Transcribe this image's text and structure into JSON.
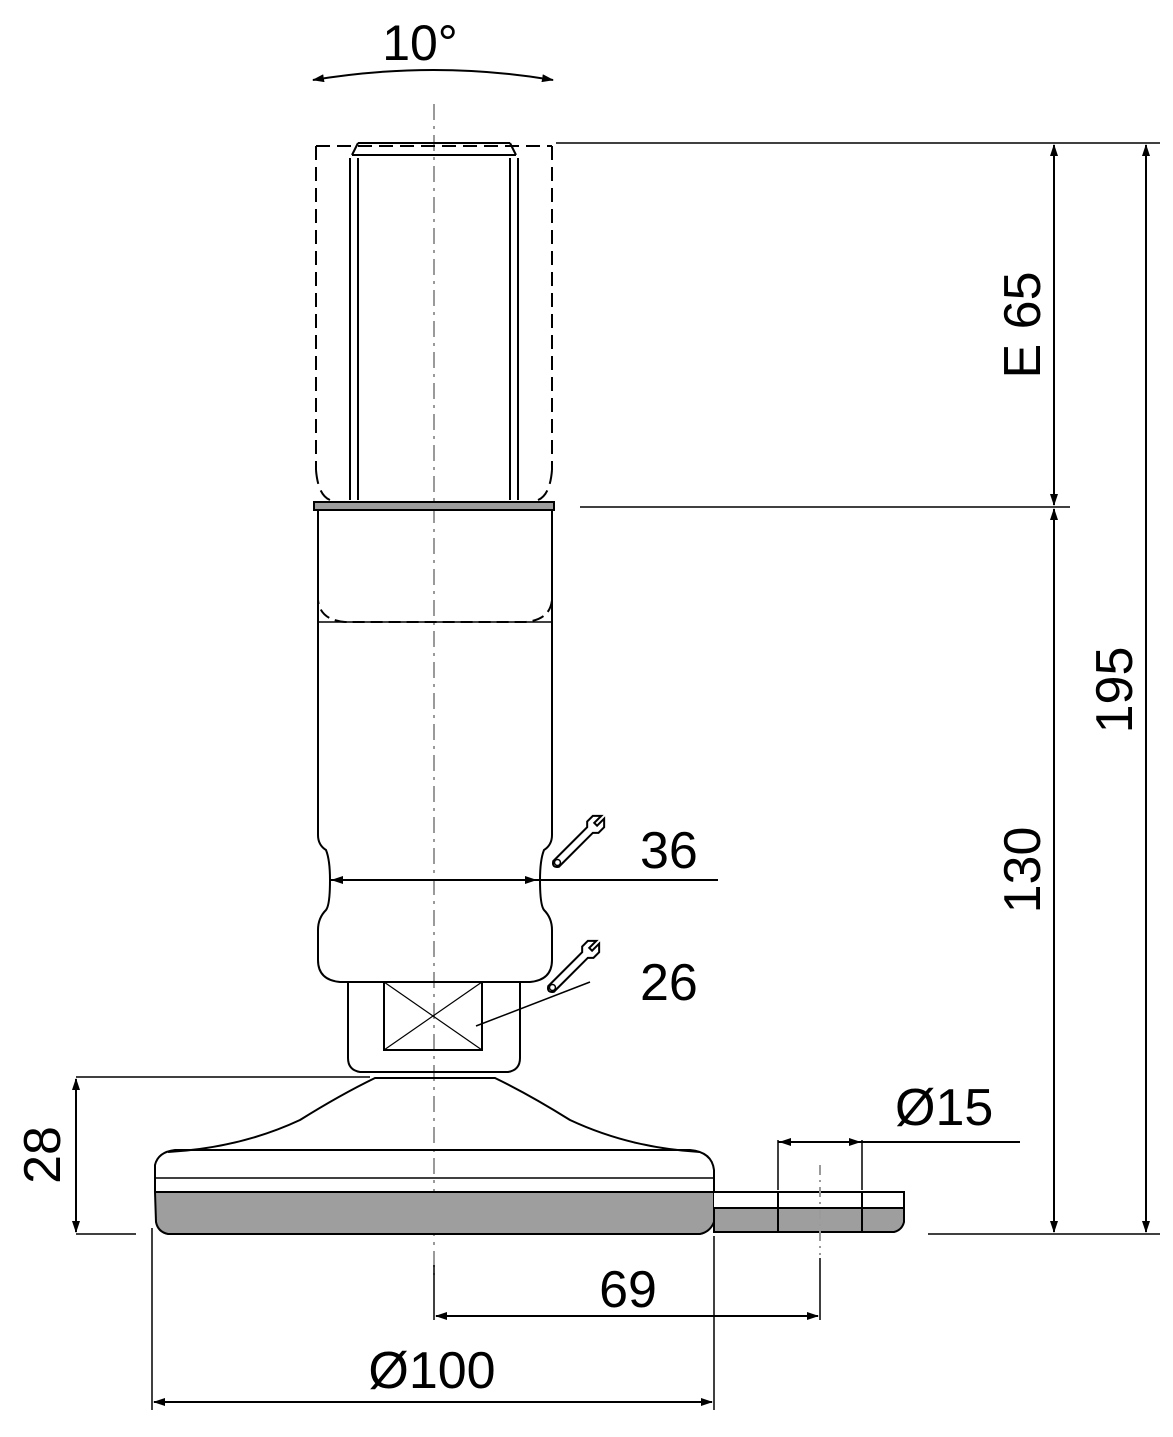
{
  "labels": {
    "tilt_angle": "10°",
    "stroke": "E 65",
    "total_height": "195",
    "body_height": "130",
    "wrench_body": "36",
    "wrench_hex": "26",
    "base_height": "28",
    "hole_diameter": "Ø15",
    "hole_offset": "69",
    "base_diameter": "Ø100"
  },
  "icons": {
    "wrench_body": "wrench-icon",
    "wrench_hex": "wrench-icon"
  },
  "colors": {
    "line": "#000000",
    "centerline": "#9a9a9a",
    "rubber_pad": "#9e9e9e",
    "ring": "#9e9e9e"
  }
}
